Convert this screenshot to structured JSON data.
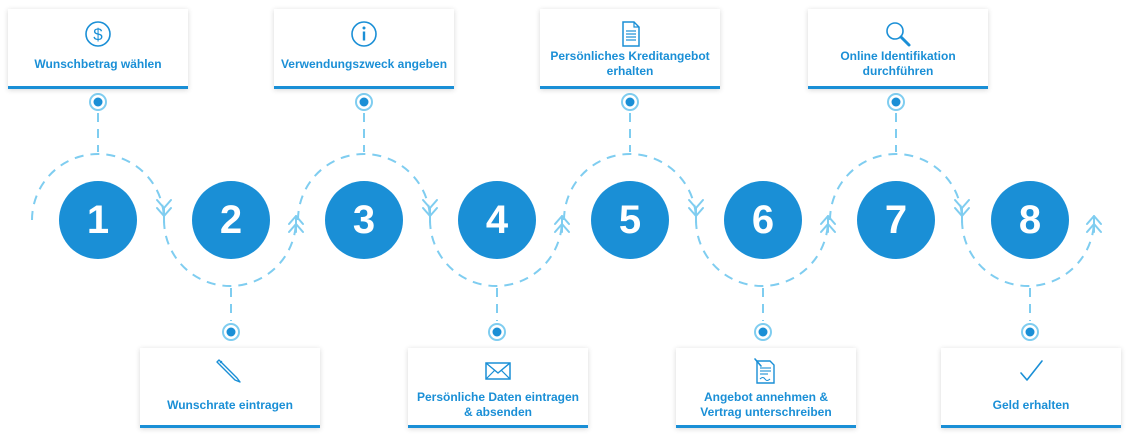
{
  "colors": {
    "accent": "#1a8fd6",
    "dash": "#7fcdf0"
  },
  "steps": [
    {
      "number": "1",
      "label": "Wunschbetrag wählen",
      "icon": "dollar-icon"
    },
    {
      "number": "2",
      "label": "Wunschrate eintragen",
      "icon": "pencil-icon"
    },
    {
      "number": "3",
      "label": "Verwendungszweck angeben",
      "icon": "info-icon"
    },
    {
      "number": "4",
      "label": "Persönliche Daten eintragen & absenden",
      "icon": "envelope-icon"
    },
    {
      "number": "5",
      "label": "Persönliches Kreditangebot erhalten",
      "icon": "document-icon"
    },
    {
      "number": "6",
      "label": "Angebot annehmen & Vertrag unterschreiben",
      "icon": "contract-icon"
    },
    {
      "number": "7",
      "label": "Online Identifikation durchführen",
      "icon": "magnifier-icon"
    },
    {
      "number": "8",
      "label": "Geld erhalten",
      "icon": "checkmark-icon"
    }
  ]
}
